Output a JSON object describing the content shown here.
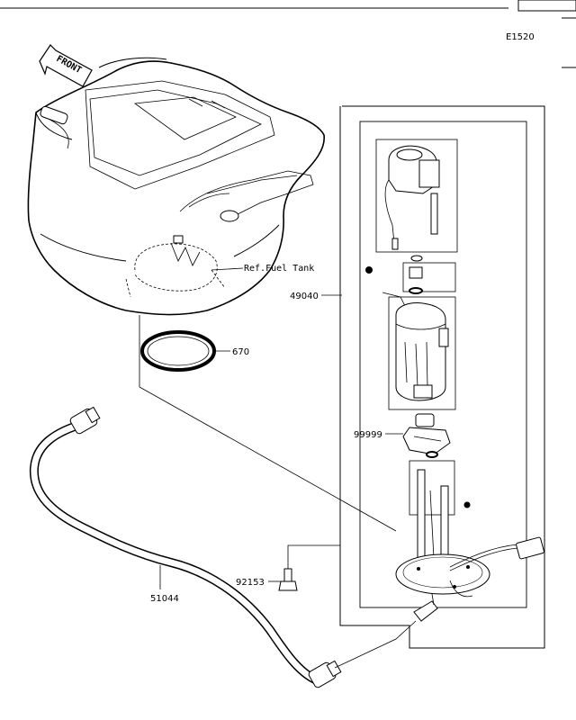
{
  "diagram": {
    "code": "E1520",
    "front_label": "FRONT",
    "ref_label": "Ref.Fuel Tank",
    "parts": [
      {
        "number": "670"
      },
      {
        "number": "49040"
      },
      {
        "number": "99999"
      },
      {
        "number": "92153"
      },
      {
        "number": "51044"
      }
    ]
  }
}
